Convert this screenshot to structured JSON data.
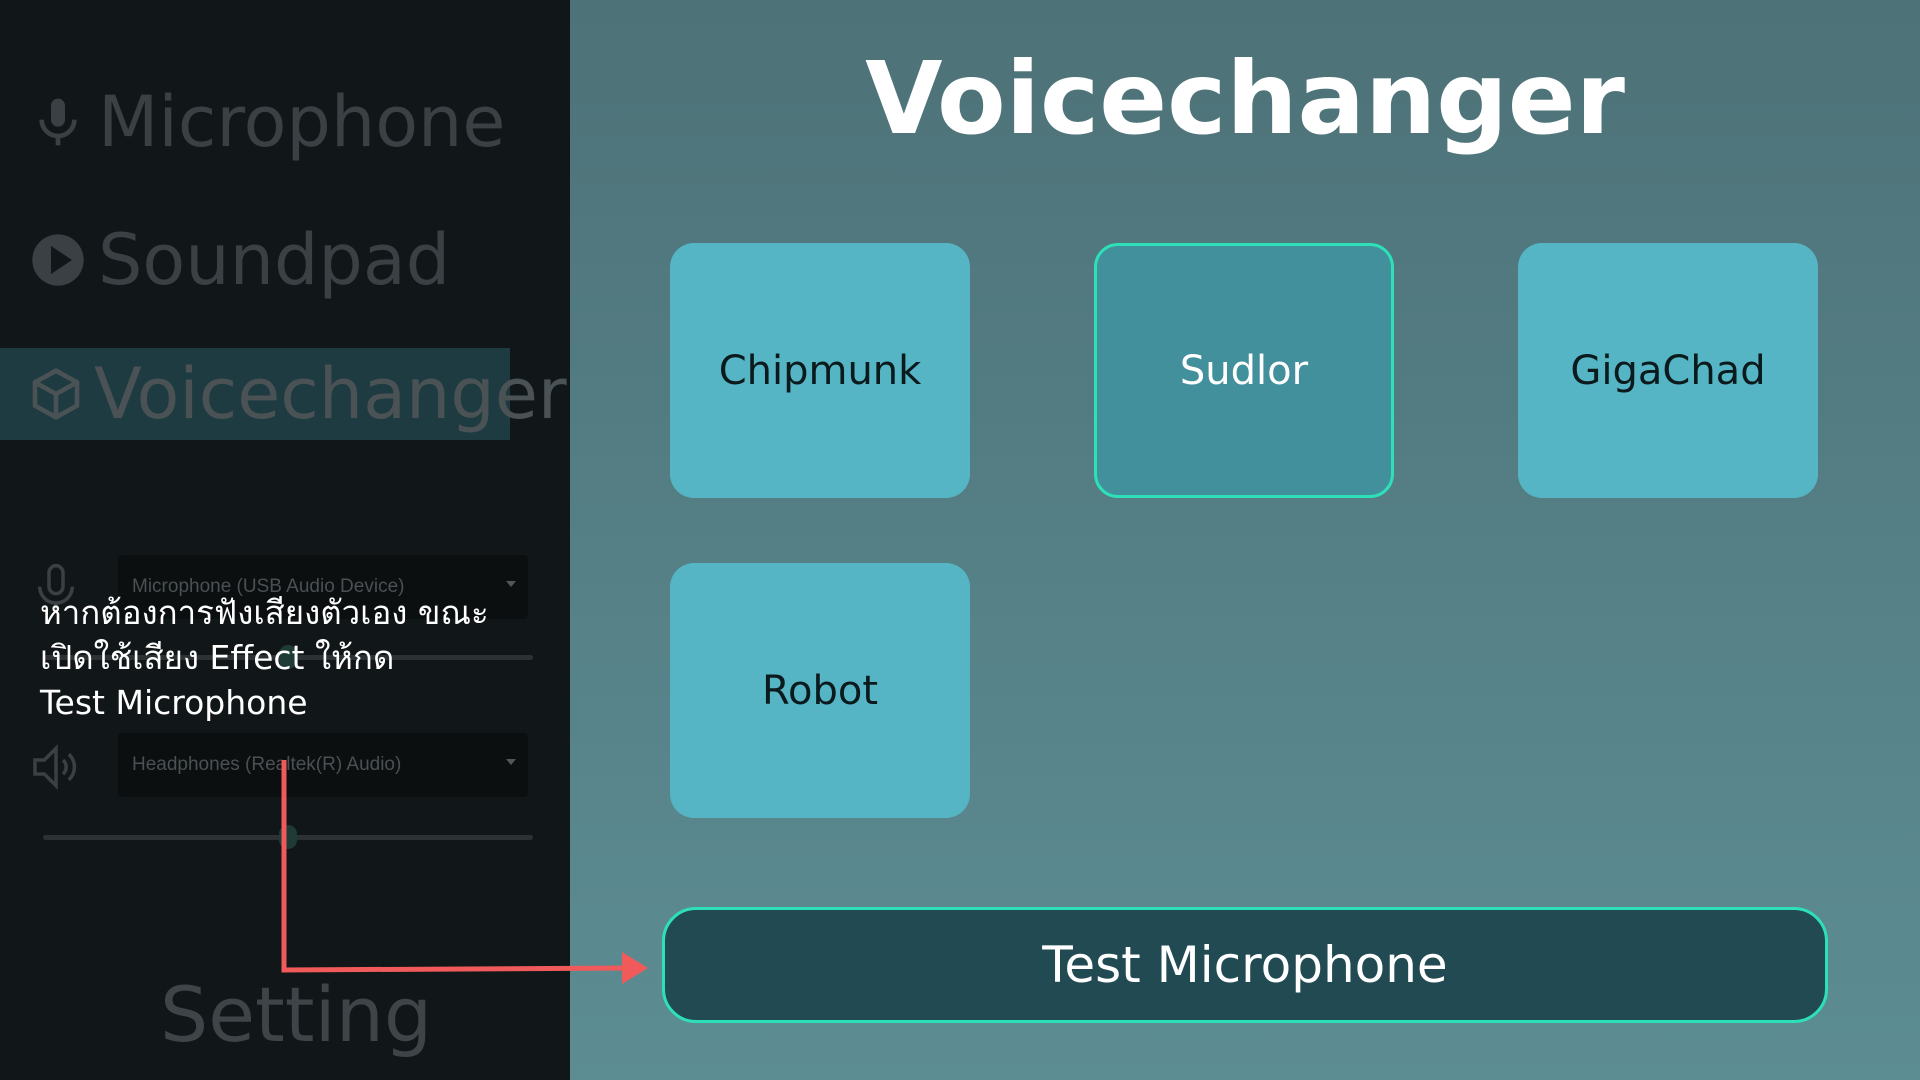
{
  "sidebar": {
    "items": [
      {
        "label": "Microphone",
        "icon": "microphone-icon",
        "active": false
      },
      {
        "label": "Soundpad",
        "icon": "play-circle-icon",
        "active": false
      },
      {
        "label": "Voicechanger",
        "icon": "cube-icon",
        "active": true
      }
    ],
    "input_device": {
      "value": "Microphone (USB Audio Device)",
      "icon": "microphone-outline-icon",
      "level": 0.5
    },
    "output_device": {
      "value": "Headphones (Realtek(R) Audio)",
      "icon": "speaker-icon",
      "level": 0.5
    },
    "setting_label": "Setting"
  },
  "main": {
    "title": "Voicechanger",
    "voices": [
      {
        "label": "Chipmunk",
        "selected": false
      },
      {
        "label": "Sudlor",
        "selected": true
      },
      {
        "label": "GigaChad",
        "selected": false
      },
      {
        "label": "Robot",
        "selected": false
      }
    ],
    "test_button_label": "Test Microphone"
  },
  "annotation": {
    "line1": "หากต้องการฟังเสียงตัวเอง ขณะ",
    "line2": "เปิดใช้เสียง Effect ให้กด",
    "line3": "Test Microphone"
  },
  "colors": {
    "accent": "#2ee0b8",
    "tile": "#56b5c4",
    "tile_selected": "#42909c",
    "arrow": "#f05a5a"
  }
}
